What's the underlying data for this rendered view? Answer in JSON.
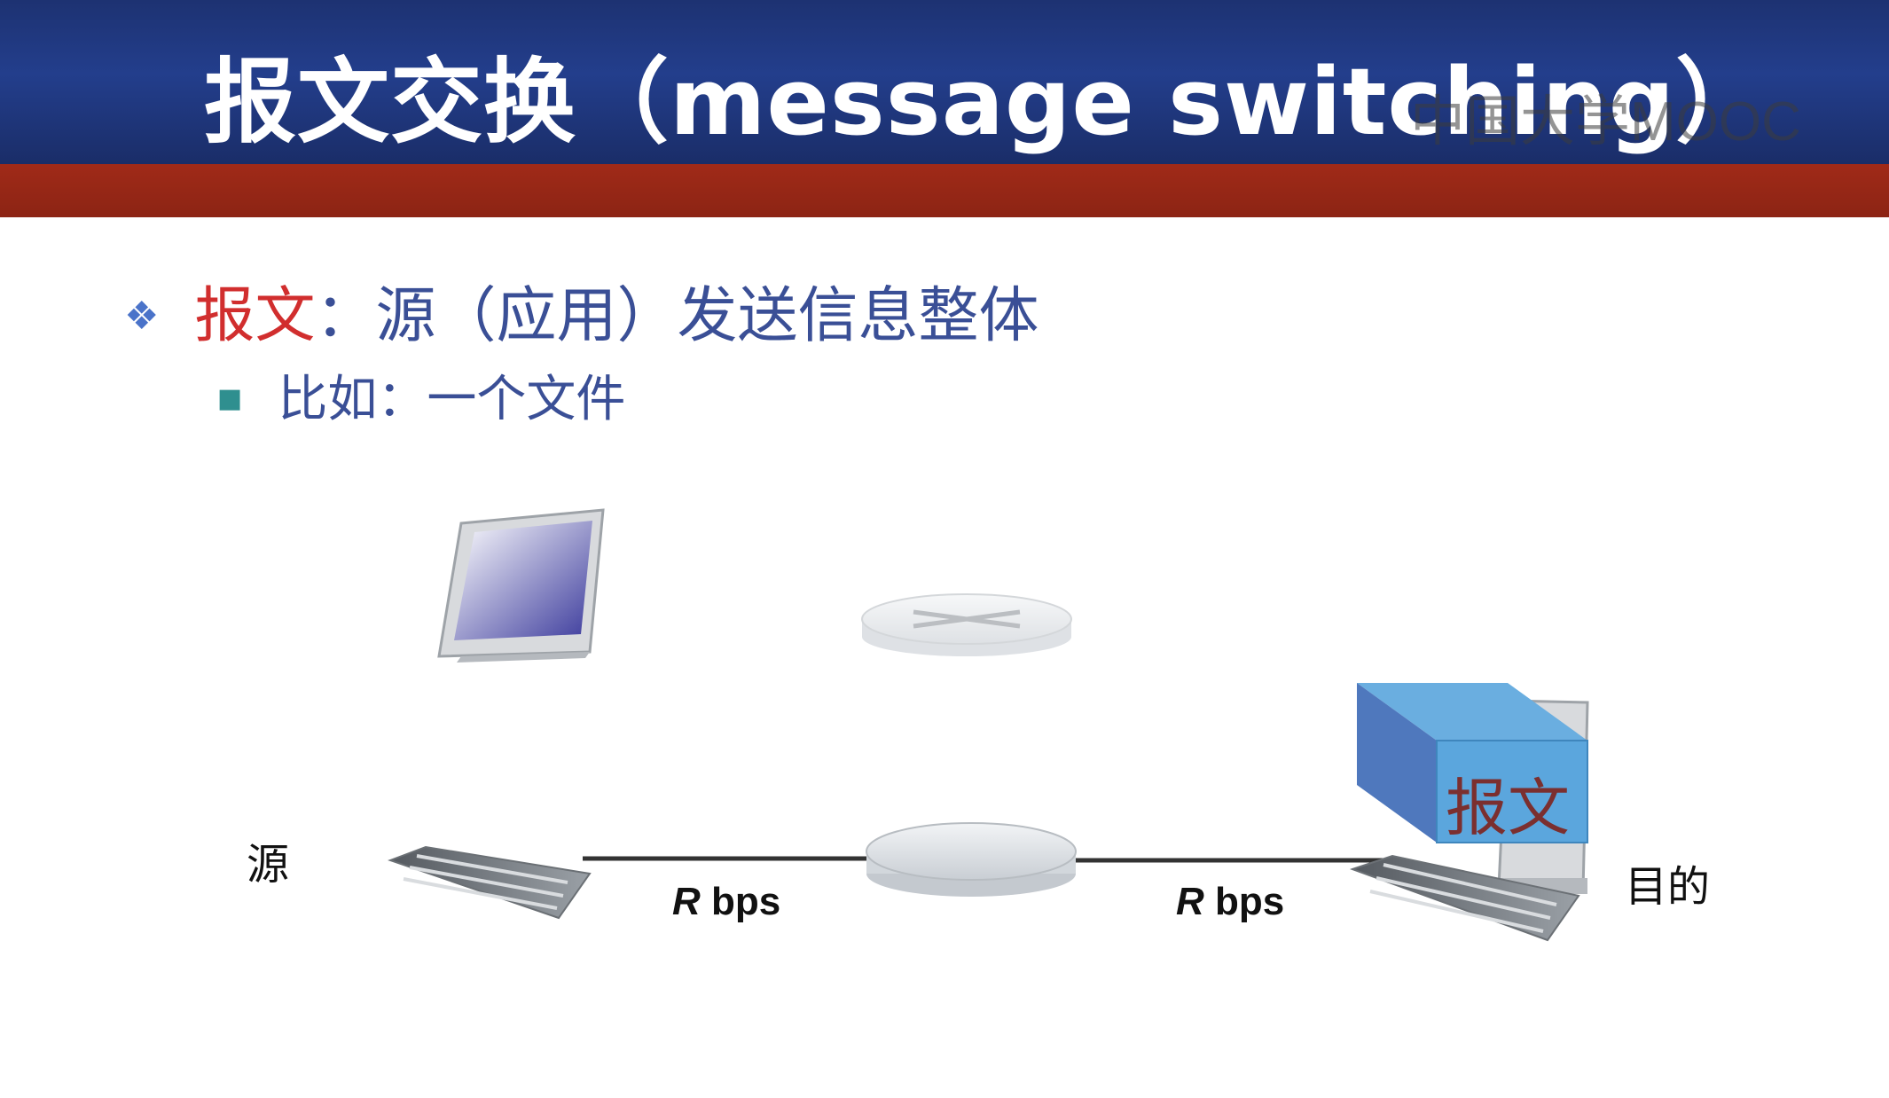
{
  "slide": {
    "title": "报文交换（message switching）",
    "watermark": "中国大学MOOC"
  },
  "bullets": {
    "level1": {
      "term": "报文",
      "rest": "：源（应用）发送信息整体",
      "icon": "diamond-bullet-icon"
    },
    "level2": {
      "text": "比如：一个文件",
      "icon": "square-bullet-icon"
    }
  },
  "diagram": {
    "source_label": "源",
    "destination_label": "目的",
    "link_left": {
      "rate_symbol": "R",
      "rate_unit": " bps"
    },
    "link_right": {
      "rate_symbol": "R",
      "rate_unit": " bps"
    },
    "message_block_label": "报文",
    "colors": {
      "header_blue": "#233e8c",
      "header_red": "#a02a18",
      "term_red": "#d12e2e",
      "body_blue": "#3a4f96",
      "message_block": "#5ba6dd"
    }
  }
}
